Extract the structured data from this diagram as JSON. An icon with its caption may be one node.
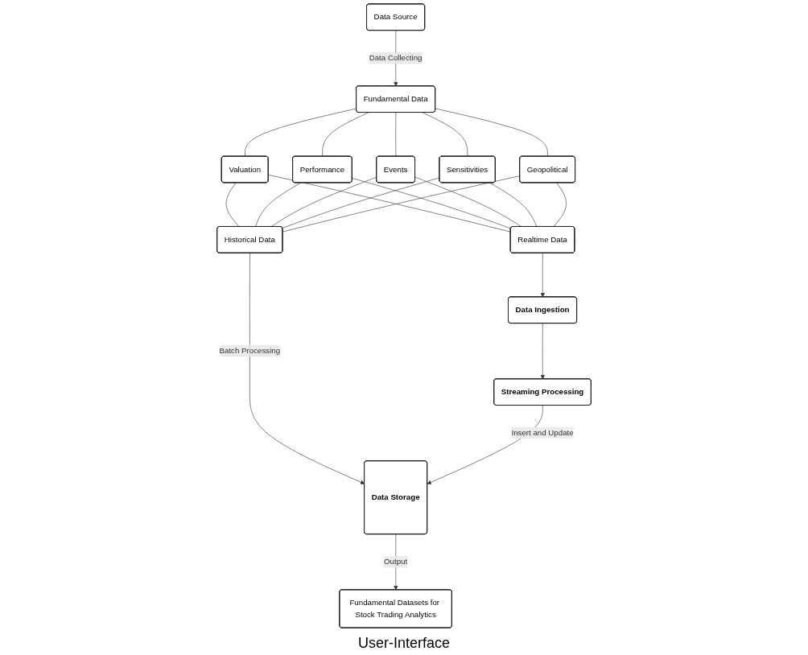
{
  "diagram": {
    "nodes": [
      {
        "text": [
          "Data Source"
        ]
      },
      {
        "text": [
          "Fundamental Data"
        ]
      },
      {
        "text": [
          "Valuation"
        ]
      },
      {
        "text": [
          "Performance"
        ]
      },
      {
        "text": [
          "Events"
        ]
      },
      {
        "text": [
          "Sensitivities"
        ]
      },
      {
        "text": [
          "Geopolitical"
        ]
      },
      {
        "text": [
          "Historical Data"
        ]
      },
      {
        "text": [
          "Realtime Data"
        ]
      },
      {
        "text": [
          "Data Ingestion"
        ]
      },
      {
        "text": [
          "Data Storage"
        ]
      },
      {
        "text": [
          "Streaming Processing"
        ]
      },
      {
        "text": [
          "Fundamental Datasets for Stock Trading Analytics"
        ]
      }
    ],
    "edges": [
      {
        "from": 0,
        "to": 1,
        "arrow": "to",
        "label": "Data Collecting"
      },
      {
        "from": 1,
        "to": 2,
        "arrow": "none"
      },
      {
        "from": 1,
        "to": 3,
        "arrow": "none"
      },
      {
        "from": 1,
        "to": 4,
        "arrow": "none"
      },
      {
        "from": 1,
        "to": 5,
        "arrow": "none"
      },
      {
        "from": 1,
        "to": 6,
        "arrow": "none"
      },
      {
        "from": 2,
        "to": 7,
        "arrow": "none"
      },
      {
        "from": 3,
        "to": 7,
        "arrow": "none"
      },
      {
        "from": 4,
        "to": 7,
        "arrow": "none"
      },
      {
        "from": 5,
        "to": 7,
        "arrow": "none"
      },
      {
        "from": 6,
        "to": 7,
        "arrow": "none"
      },
      {
        "from": 2,
        "to": 8,
        "arrow": "none"
      },
      {
        "from": 3,
        "to": 8,
        "arrow": "none"
      },
      {
        "from": 4,
        "to": 8,
        "arrow": "none"
      },
      {
        "from": 5,
        "to": 8,
        "arrow": "none"
      },
      {
        "from": 6,
        "to": 8,
        "arrow": "none"
      },
      {
        "from": 7,
        "to": 10,
        "arrow": "to",
        "label": "Batch Processing"
      },
      {
        "from": 8,
        "to": 9,
        "arrow": "to"
      },
      {
        "from": 9,
        "to": 11,
        "arrow": "to"
      },
      {
        "from": 11,
        "to": 10,
        "arrow": "to",
        "label": "Insert and Update"
      },
      {
        "from": 10,
        "to": 12,
        "arrow": "to",
        "label": "Output"
      }
    ],
    "labels": [
      "User-Interface"
    ]
  }
}
